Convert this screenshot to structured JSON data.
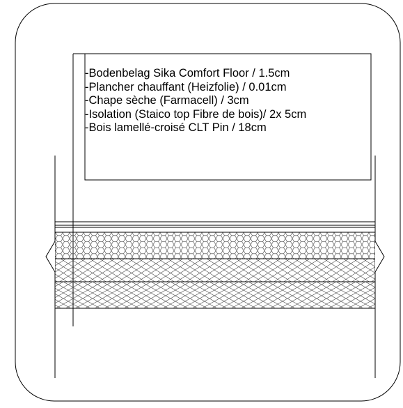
{
  "legend": {
    "items": [
      "-Bodenbelag Sika Comfort Floor / 1.5cm",
      "-Plancher chauffant (Heizfolie) / 0.01cm",
      "-Chape sèche (Farmacell) / 3cm",
      "-Isolation (Staico top Fibre de bois)/ 2x 5cm",
      "-Bois lamellé-croisé CLT Pin / 18cm"
    ]
  },
  "colors": {
    "line": "#000000",
    "hatch": "#555555",
    "background": "#ffffff"
  },
  "layers": [
    {
      "name": "floor-covering",
      "pattern": "solid"
    },
    {
      "name": "heating-film",
      "pattern": "solid"
    },
    {
      "name": "dry-screed",
      "pattern": "hexagon"
    },
    {
      "name": "wood-fibre-insulation",
      "pattern": "herringbone"
    },
    {
      "name": "clt-pine",
      "pattern": "herringbone"
    }
  ]
}
